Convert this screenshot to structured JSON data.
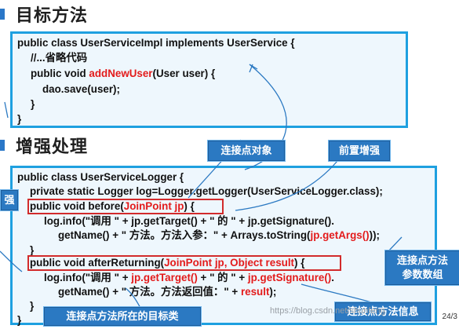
{
  "headings": {
    "target": "目标方法",
    "advice": "增强处理"
  },
  "code_top": {
    "line1": "public class UserServiceImpl implements UserService {",
    "line2": "//...省略代码",
    "line3_prefix": "public void ",
    "line3_method": "addNewUser",
    "line3_suffix": "(User user) {",
    "line4": "dao.save(user);",
    "line5": "}",
    "line6": "}"
  },
  "code_bottom": {
    "l1": "public class UserServiceLogger {",
    "l2": "private static Logger log=Logger.getLogger(UserServiceLogger.class);",
    "l3_a": "public void before(",
    "l3_b": "JoinPoint jp",
    "l3_c": ") {",
    "l4": "log.info(\"调用 \" + jp.getTarget() + \" 的 \" + jp.getSignature().",
    "l5_a": "getName() + \" 方法。方法入参：\" + Arrays.toString(",
    "l5_b": "jp.getArgs()",
    "l5_c": "));",
    "l6": "}",
    "l7_a": "public void afterReturning(",
    "l7_b": "JoinPoint jp, Object result",
    "l7_c": ") {",
    "l8_a": "log.info(\"调用 \" + ",
    "l8_b": "jp.getTarget()",
    "l8_c": " + \" 的 \" + ",
    "l8_d": "jp.getSignature()",
    "l8_e": ".",
    "l9_a": "getName() + \" 方法。方法返回值：\" + ",
    "l9_b": "result",
    "l9_c": ");",
    "l10": "}",
    "l11": "}"
  },
  "callouts": {
    "join_point_object": "连接点对象",
    "before_advice": "前置增强",
    "left_partial": "强",
    "join_point_args_1": "连接点方法",
    "join_point_args_2": "参数数组",
    "target_class": "连接点方法所在的目标类",
    "method_info": "连接点方法信息"
  },
  "page_number": "24/3",
  "watermark": "https://blog.csdn.net/shunfeng",
  "colors": {
    "accent_blue": "#2b79c2",
    "border_blue": "#1ea0e0",
    "highlight_red": "#e31b1b"
  }
}
